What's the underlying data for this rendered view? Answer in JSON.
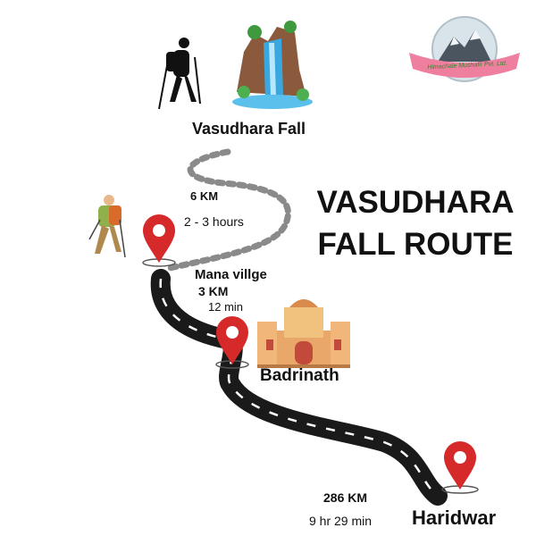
{
  "logo": {
    "text": "Himachale Mushafir Pvt. Ltd."
  },
  "title": {
    "line1": "VASUDHARA",
    "line2": "FALL ROUTE"
  },
  "places": {
    "vasudhara": "Vasudhara Fall",
    "mana": "Mana villge",
    "badrinath": "Badrinath",
    "haridwar": "Haridwar"
  },
  "segments": {
    "trek": {
      "distance": "6 KM",
      "time": "2 - 3 hours"
    },
    "mana_badrinath": {
      "distance": "3 KM",
      "time": "12 min"
    },
    "haridwar_badrinath": {
      "distance": "286 KM",
      "time": "9 hr 29 min"
    }
  },
  "colors": {
    "pin": "#d62a2a",
    "road": "#1a1a1a",
    "footprints": "#8a8a8a",
    "logo_banner": "#ef7f9f"
  }
}
